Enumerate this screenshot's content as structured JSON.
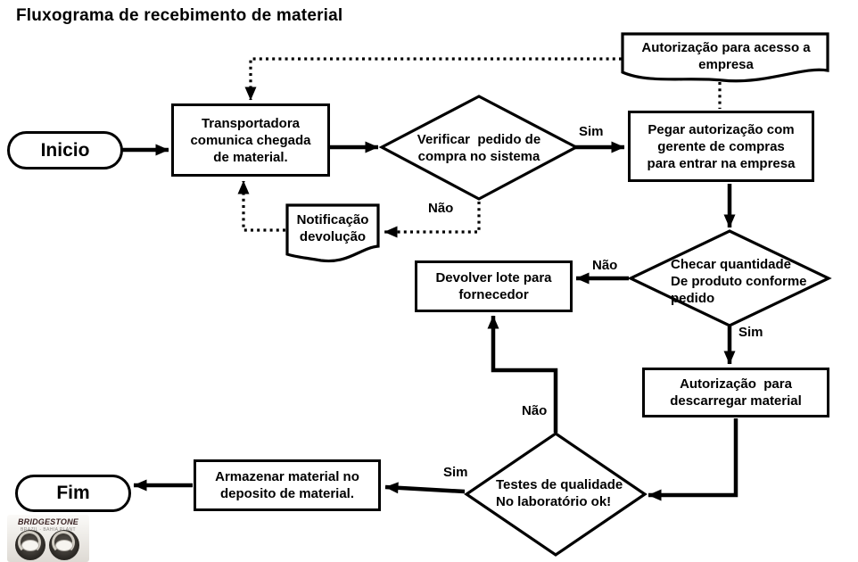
{
  "title": "Fluxograma de recebimento de material",
  "flowchart": {
    "nodes": {
      "inicio": "Inicio",
      "transportadora": "Transportadora\ncomunica chegada\nde material.",
      "verificar": "Verificar  pedido de\ncompra no sistema",
      "autorizacao_acesso": "Autorização para acesso a\nempresa",
      "pegar_autorizacao": "Pegar autorização com\ngerente de compras\npara entrar na empresa",
      "notificacao_devolucao": "Notificação\ndevolução",
      "checar_quantidade": "Checar quantidade\nDe produto conforme\npedido",
      "devolver_lote": "Devolver lote para\nfornecedor",
      "autorizacao_descarregar": "Autorização  para\ndescarregar material",
      "testes_qualidade": "Testes de qualidade\nNo laboratório ok!",
      "armazenar_material": "Armazenar material no\ndeposito de material.",
      "fim": "Fim"
    },
    "edge_labels": {
      "verificar_sim": "Sim",
      "verificar_nao": "Não",
      "checar_nao": "Não",
      "checar_sim": "Sim",
      "testes_nao": "Não",
      "testes_sim": "Sim"
    }
  },
  "logo": {
    "brand": "BRIDGESTONE",
    "subtitle": "BRAZIL - BAHIA PLANT"
  },
  "colors": {
    "stroke": "#000000",
    "background": "#ffffff"
  }
}
